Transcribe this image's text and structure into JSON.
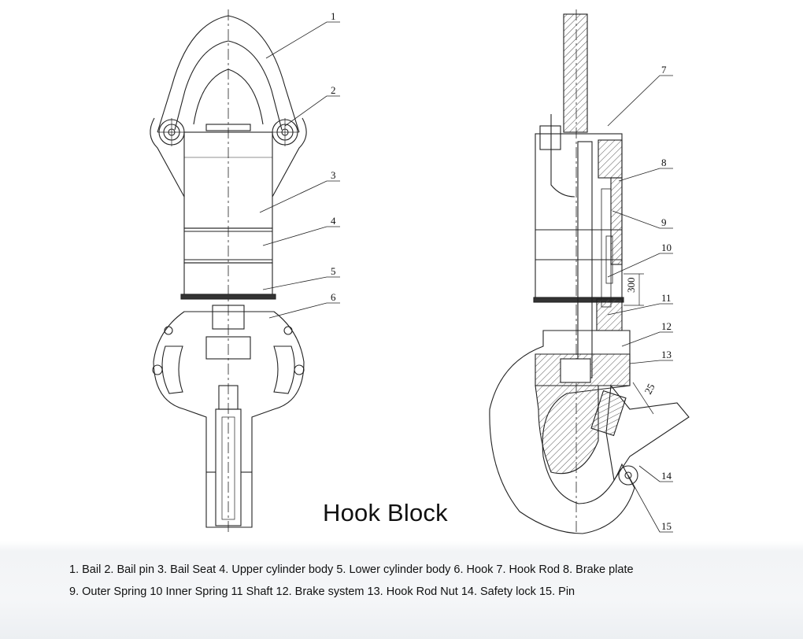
{
  "title": "Hook Block",
  "callout_numbers": [
    "1",
    "2",
    "3",
    "4",
    "5",
    "6",
    "7",
    "8",
    "9",
    "10",
    "11",
    "12",
    "13",
    "14",
    "15"
  ],
  "dimensions": {
    "spring_dim": "300",
    "lock_dim": "25"
  },
  "legend": {
    "line1": "1. Bail  2. Bail pin  3. Bail Seat  4. Upper cylinder body   5.  Lower cylinder body  6. Hook   7. Hook Rod  8. Brake plate",
    "line2": "9. Outer Spring  10 Inner Spring  11 Shaft   12.  Brake system  13. Hook Rod Nut  14. Safety lock   15. Pin"
  },
  "colors": {
    "line": "#222222",
    "hatch": "#444444",
    "band": "#f3f5f7"
  }
}
